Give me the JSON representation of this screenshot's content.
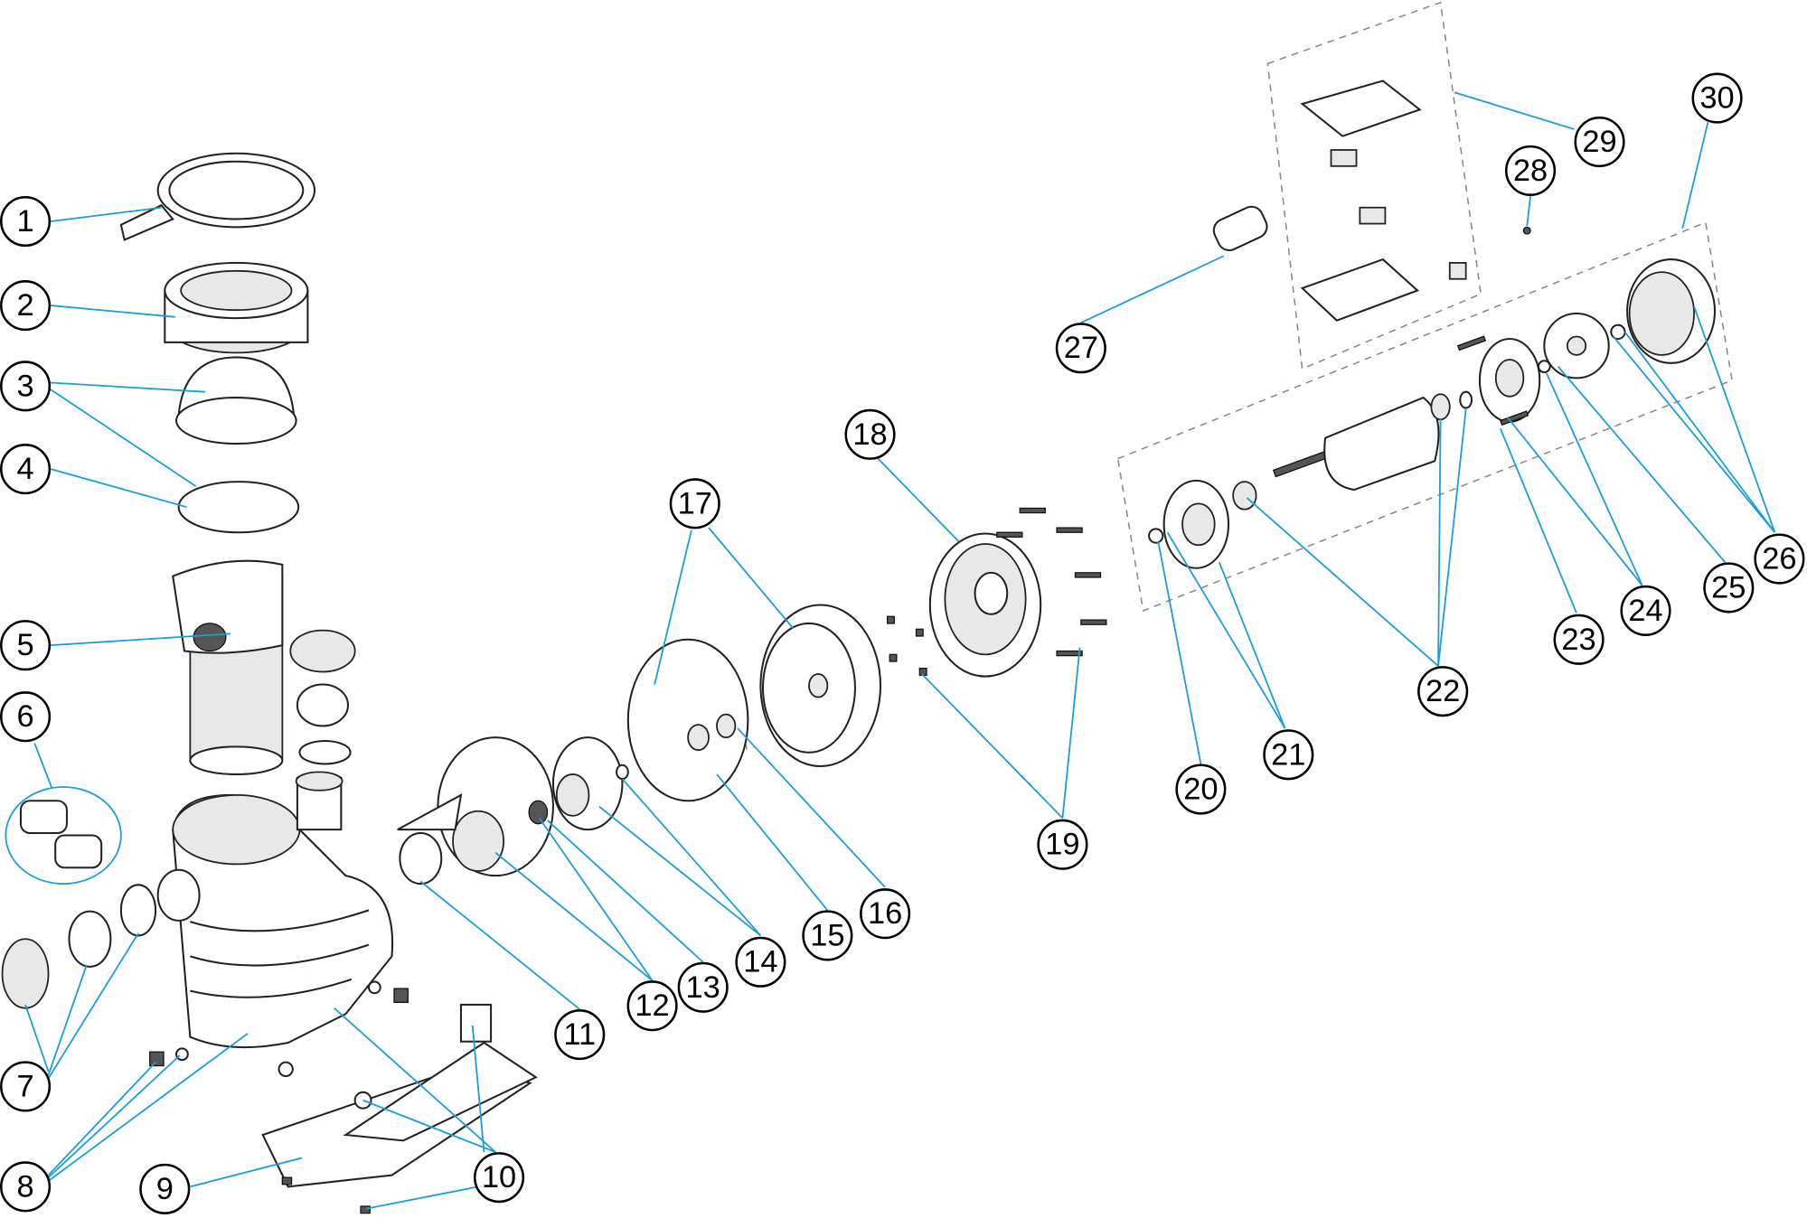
{
  "diagram": {
    "type": "exploded-parts-diagram",
    "callouts": [
      "1",
      "2",
      "3",
      "4",
      "5",
      "6",
      "7",
      "8",
      "9",
      "10",
      "11",
      "12",
      "13",
      "14",
      "15",
      "16",
      "17",
      "18",
      "19",
      "20",
      "21",
      "22",
      "23",
      "24",
      "25",
      "26",
      "27",
      "28",
      "29",
      "30"
    ],
    "colors": {
      "leader": "#1a9ed6",
      "outline": "#222222"
    }
  }
}
